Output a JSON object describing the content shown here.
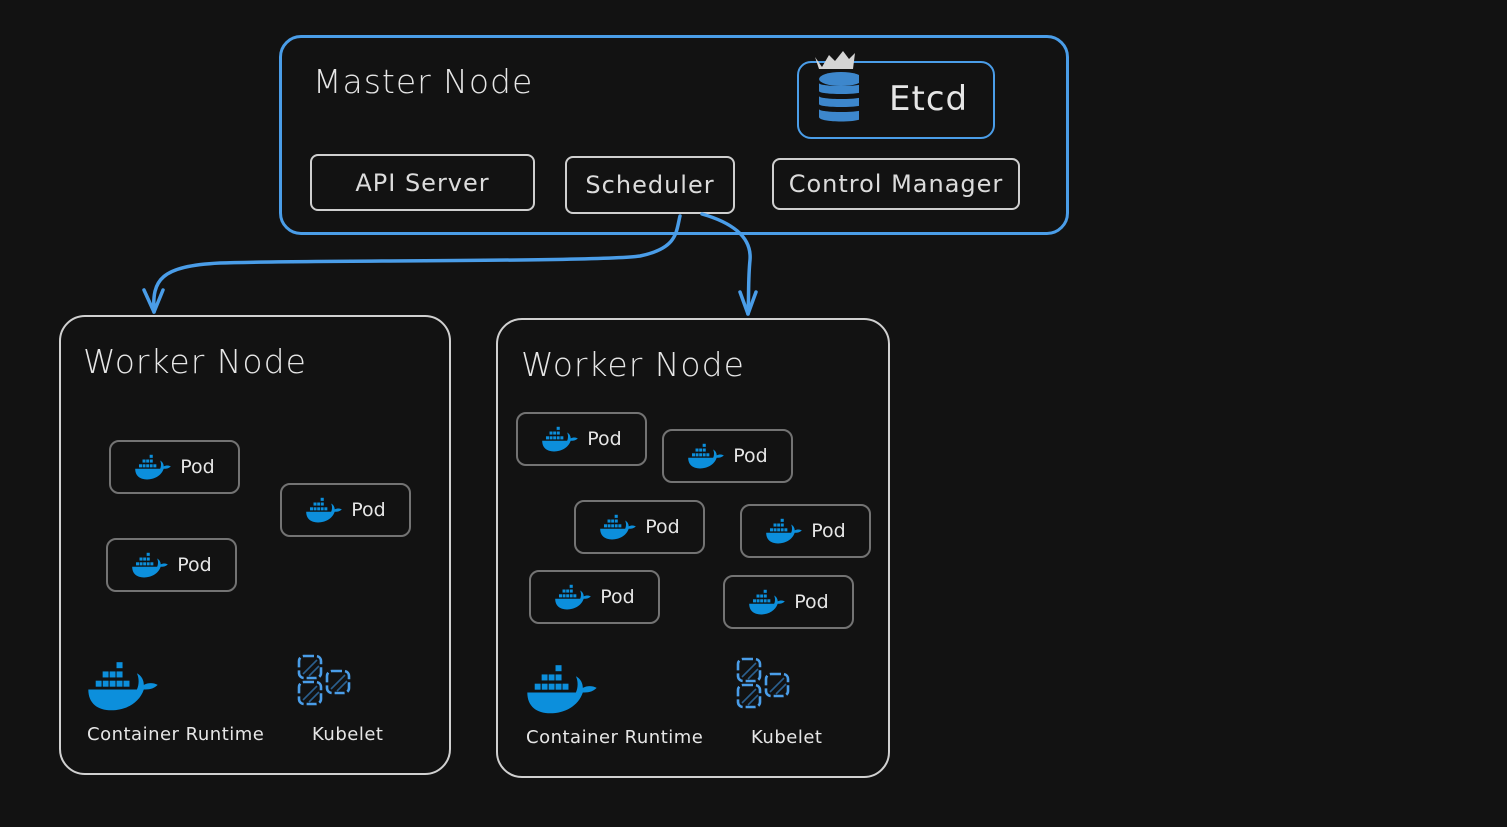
{
  "colors": {
    "background": "#121212",
    "accent_blue": "#4a9de8",
    "docker_blue": "#0c8fdc",
    "box_border": "#d0d0d0",
    "pod_border": "#737373",
    "text": "#e6e6e6"
  },
  "master": {
    "title": "Master Node",
    "components": [
      {
        "label": "API Server"
      },
      {
        "label": "Scheduler"
      },
      {
        "label": "Control Manager"
      }
    ],
    "etcd": {
      "label": "Etcd",
      "icon": "database-icon"
    }
  },
  "workers": [
    {
      "title": "Worker Node",
      "pods": [
        {
          "label": "Pod",
          "icon": "docker-icon"
        },
        {
          "label": "Pod",
          "icon": "docker-icon"
        },
        {
          "label": "Pod",
          "icon": "docker-icon"
        }
      ],
      "runtime": {
        "label": "Container Runtime",
        "icon": "docker-icon"
      },
      "kubelet": {
        "label": "Kubelet",
        "icon": "kubelet-icon"
      }
    },
    {
      "title": "Worker Node",
      "pods": [
        {
          "label": "Pod",
          "icon": "docker-icon"
        },
        {
          "label": "Pod",
          "icon": "docker-icon"
        },
        {
          "label": "Pod",
          "icon": "docker-icon"
        },
        {
          "label": "Pod",
          "icon": "docker-icon"
        },
        {
          "label": "Pod",
          "icon": "docker-icon"
        },
        {
          "label": "Pod",
          "icon": "docker-icon"
        }
      ],
      "runtime": {
        "label": "Container Runtime",
        "icon": "docker-icon"
      },
      "kubelet": {
        "label": "Kubelet",
        "icon": "kubelet-icon"
      }
    }
  ],
  "connections": [
    {
      "from": "Scheduler",
      "to": "Worker Node 1"
    },
    {
      "from": "Scheduler",
      "to": "Worker Node 2"
    }
  ]
}
